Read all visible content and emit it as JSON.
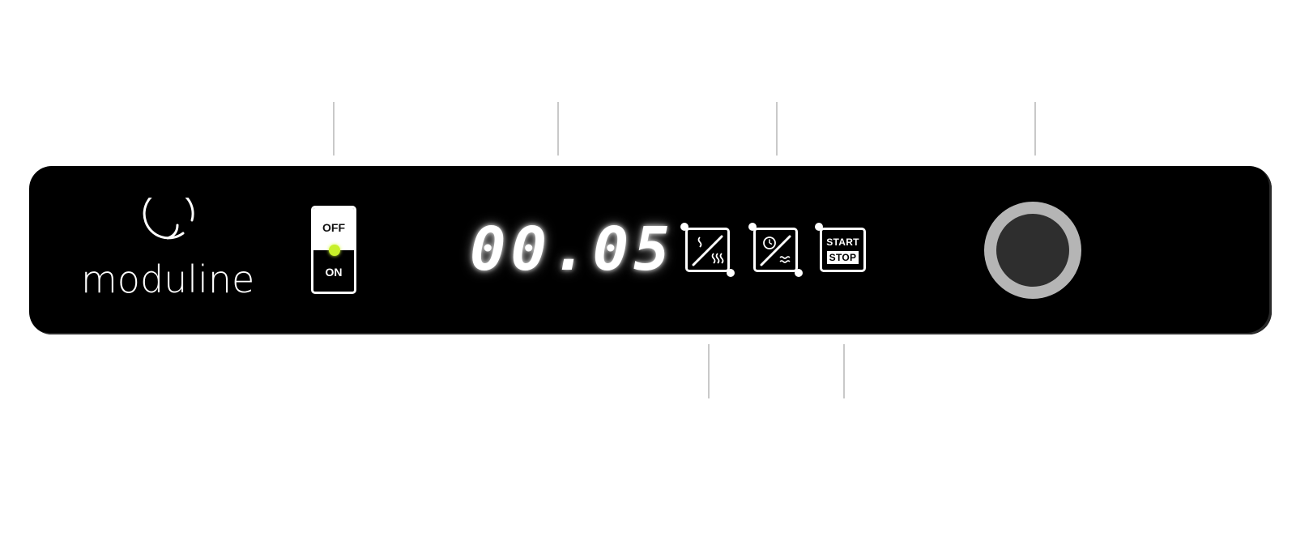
{
  "brand": {
    "name": "moduline"
  },
  "power_switch": {
    "off_label": "OFF",
    "on_label": "ON",
    "state": "on",
    "led_color": "#c8f02a"
  },
  "display": {
    "value": "00.05"
  },
  "keys": [
    {
      "icon": "heat-mode-icon"
    },
    {
      "icon": "timer-water-icon"
    }
  ],
  "start_stop": {
    "start_label": "START",
    "stop_label": "STOP"
  },
  "colors": {
    "panel": "#000000",
    "display_glow": "#ffffff",
    "knob_ring": "#b5b5b5",
    "knob_center": "#2e2e2e",
    "callout_lines": "#c9c9c9"
  }
}
